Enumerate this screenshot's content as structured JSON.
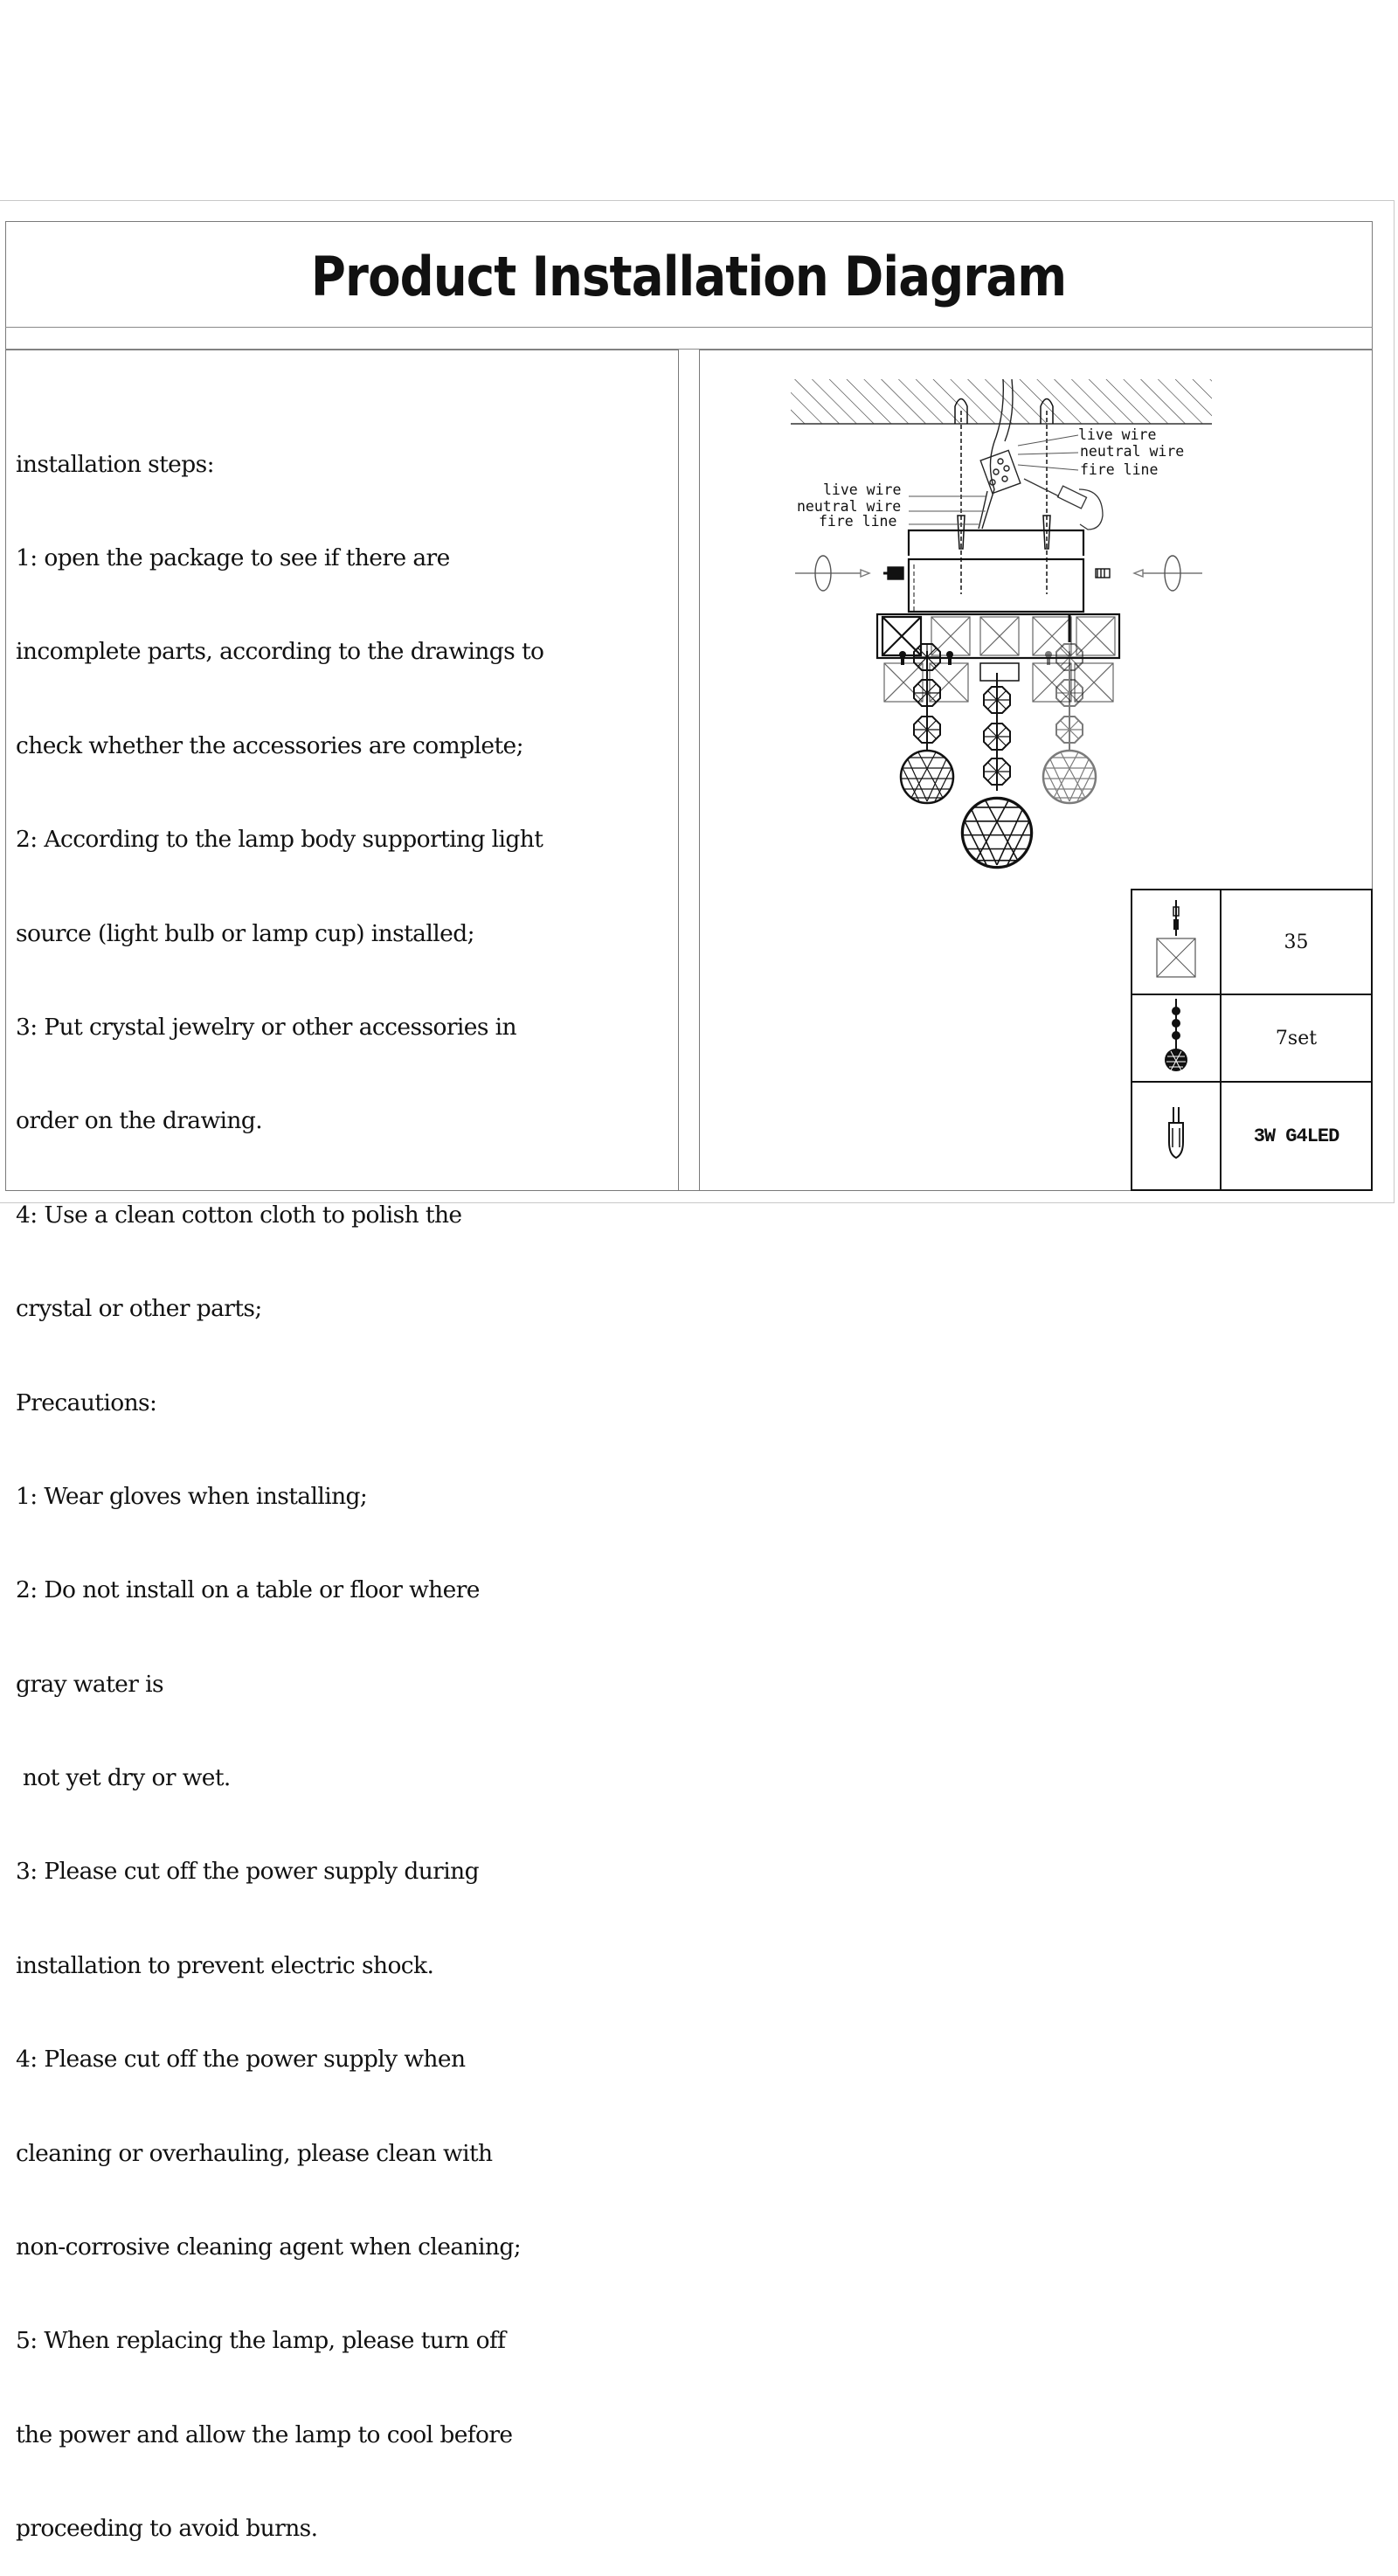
{
  "header": {
    "title": "Product Installation Diagram"
  },
  "instructions": {
    "lines": [
      "installation steps:",
      "1: open the package to see if there are",
      "incomplete parts, according to the drawings to",
      "check whether the accessories are complete;",
      "2: According to the lamp body supporting light",
      "source (light bulb or lamp cup) installed;",
      "3: Put crystal jewelry or other accessories in",
      "order on the drawing.",
      "4: Use a clean cotton cloth to polish the",
      "crystal or other parts;",
      "Precautions:",
      "1: Wear gloves when installing;",
      "2: Do not install on a table or floor where",
      "gray water is",
      " not yet dry or wet.",
      "3: Please cut off the power supply during",
      "installation to prevent electric shock.",
      "4: Please cut off the power supply when",
      "cleaning or overhauling, please clean with",
      "non-corrosive cleaning agent when cleaning;",
      "5: When replacing the lamp, please turn off",
      "the power and allow the lamp to cool before",
      "proceeding to avoid burns."
    ]
  },
  "diagram": {
    "labels_right": [
      "live wire",
      "neutral wire",
      "fire line"
    ],
    "labels_left": [
      "live wire",
      "neutral wire",
      "fire line"
    ]
  },
  "parts": [
    {
      "icon": "square-crystal-icon",
      "value": "35"
    },
    {
      "icon": "crystal-ball-strand-icon",
      "value": "7set"
    },
    {
      "icon": "g4-bulb-icon",
      "value": "3W G4LED"
    }
  ]
}
